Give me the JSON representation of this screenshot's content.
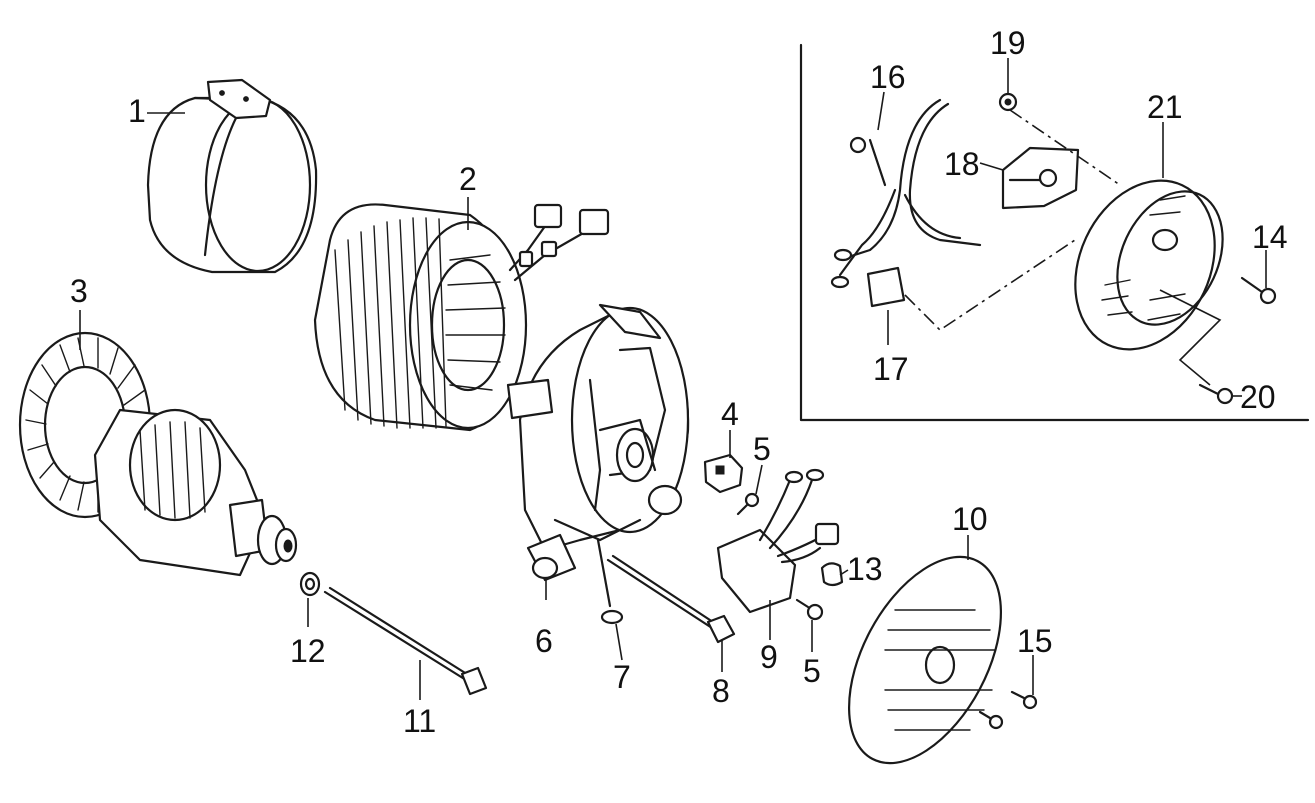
{
  "diagram": {
    "parts": [
      {
        "id": "1",
        "label": "1"
      },
      {
        "id": "2",
        "label": "2"
      },
      {
        "id": "3",
        "label": "3"
      },
      {
        "id": "4",
        "label": "4"
      },
      {
        "id": "5a",
        "label": "5"
      },
      {
        "id": "5b",
        "label": "5"
      },
      {
        "id": "6",
        "label": "6"
      },
      {
        "id": "7",
        "label": "7"
      },
      {
        "id": "8",
        "label": "8"
      },
      {
        "id": "9",
        "label": "9"
      },
      {
        "id": "10",
        "label": "10"
      },
      {
        "id": "11",
        "label": "11"
      },
      {
        "id": "12",
        "label": "12"
      },
      {
        "id": "13",
        "label": "13"
      },
      {
        "id": "14",
        "label": "14"
      },
      {
        "id": "15",
        "label": "15"
      },
      {
        "id": "16",
        "label": "16"
      },
      {
        "id": "17",
        "label": "17"
      },
      {
        "id": "18",
        "label": "18"
      },
      {
        "id": "19",
        "label": "19"
      },
      {
        "id": "20",
        "label": "20"
      },
      {
        "id": "21",
        "label": "21"
      }
    ]
  }
}
